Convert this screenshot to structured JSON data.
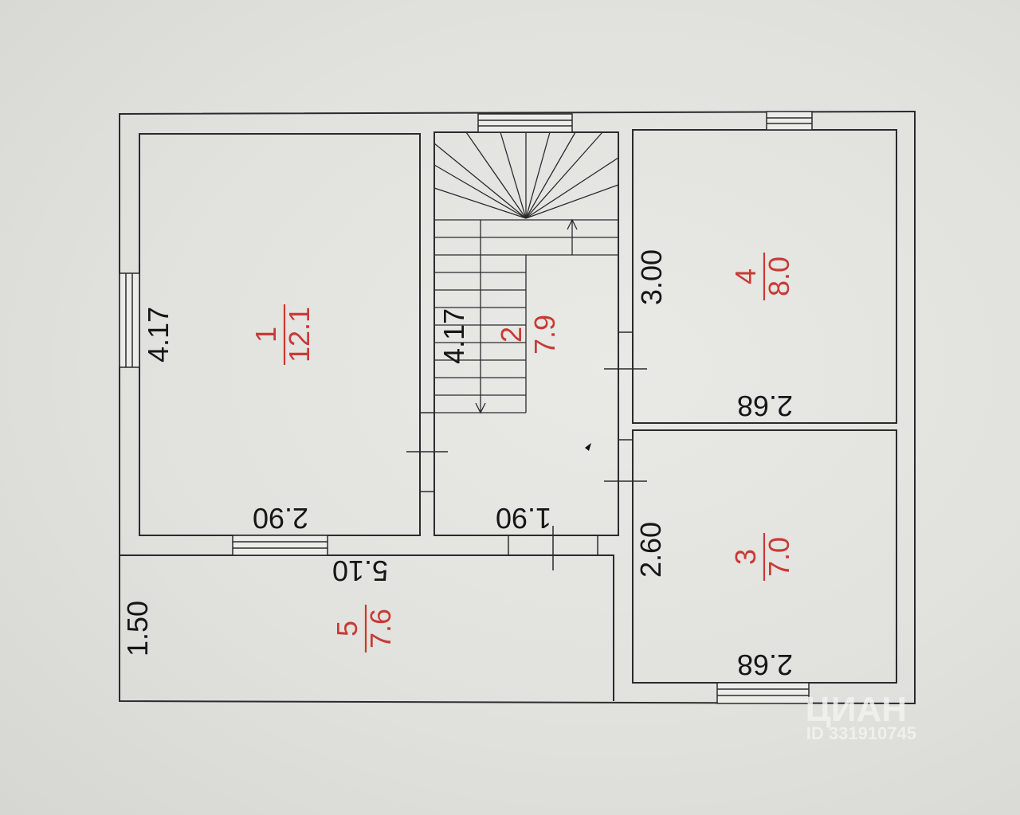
{
  "plan": {
    "rooms": [
      {
        "id": "1",
        "number": "1",
        "area": "12.1",
        "width": "2.90",
        "length": "4.17"
      },
      {
        "id": "2",
        "number": "2",
        "area": "7.9",
        "width": "1.90",
        "length": "4.17"
      },
      {
        "id": "3",
        "number": "3",
        "area": "7.0",
        "width": "2.68",
        "length": "2.60"
      },
      {
        "id": "4",
        "number": "4",
        "area": "8.0",
        "width": "2.68",
        "length": "3.00"
      },
      {
        "id": "5",
        "number": "5",
        "area": "7.6",
        "width": "5.10",
        "length": "1.50"
      }
    ]
  },
  "watermark": {
    "brand": "ЦИАН",
    "id_text": "ID 331910745"
  },
  "colors": {
    "line": "#2b2b2b",
    "dimension_text": "#161616",
    "room_text": "#c83a36"
  }
}
